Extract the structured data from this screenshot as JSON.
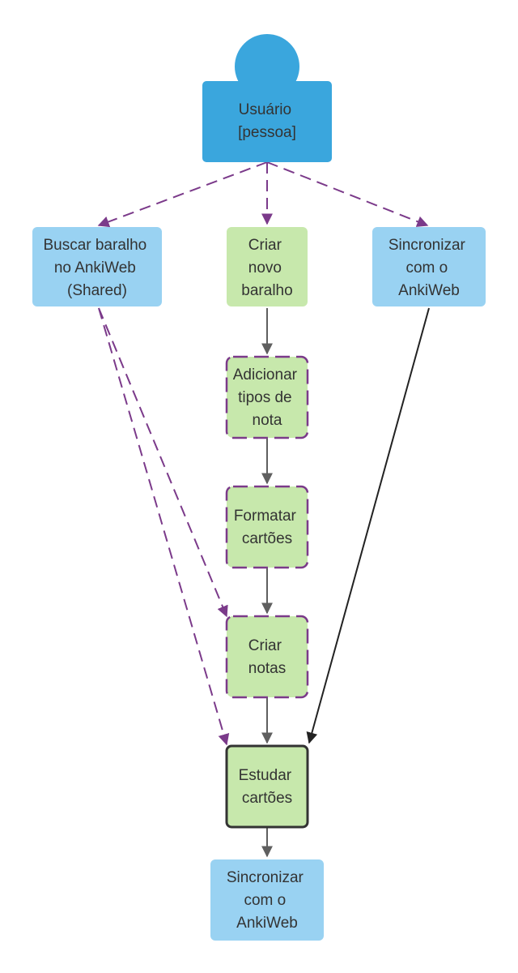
{
  "nodes": {
    "user": {
      "lines": [
        "Usuário",
        "[pessoa]"
      ],
      "fill": "#3aa6dd",
      "text_color": "#333333"
    },
    "search_deck": {
      "lines": [
        "Buscar baralho",
        "no AnkiWeb",
        "(Shared)"
      ],
      "fill": "#99d2f2"
    },
    "create_deck": {
      "lines": [
        "Criar",
        "novo",
        "baralho"
      ],
      "fill": "#c7e8ac"
    },
    "sync_top": {
      "lines": [
        "Sincronizar",
        "com o",
        "AnkiWeb"
      ],
      "fill": "#99d2f2"
    },
    "add_note_types": {
      "lines": [
        "Adicionar",
        "tipos de",
        "nota"
      ],
      "fill": "#c7e8ac"
    },
    "format_cards": {
      "lines": [
        "Formatar",
        "cartões"
      ],
      "fill": "#c7e8ac"
    },
    "create_notes": {
      "lines": [
        "Criar",
        "notas"
      ],
      "fill": "#c7e8ac"
    },
    "study_cards": {
      "lines": [
        "Estudar",
        "cartões"
      ],
      "fill": "#c7e8ac"
    },
    "sync_bottom": {
      "lines": [
        "Sincronizar",
        "com o",
        "AnkiWeb"
      ],
      "fill": "#99d2f2"
    }
  },
  "colors": {
    "optional_edge": "#7b3a8a",
    "solid_edge": "#5f5f5f",
    "dark_edge": "#222222",
    "text": "#333333"
  }
}
